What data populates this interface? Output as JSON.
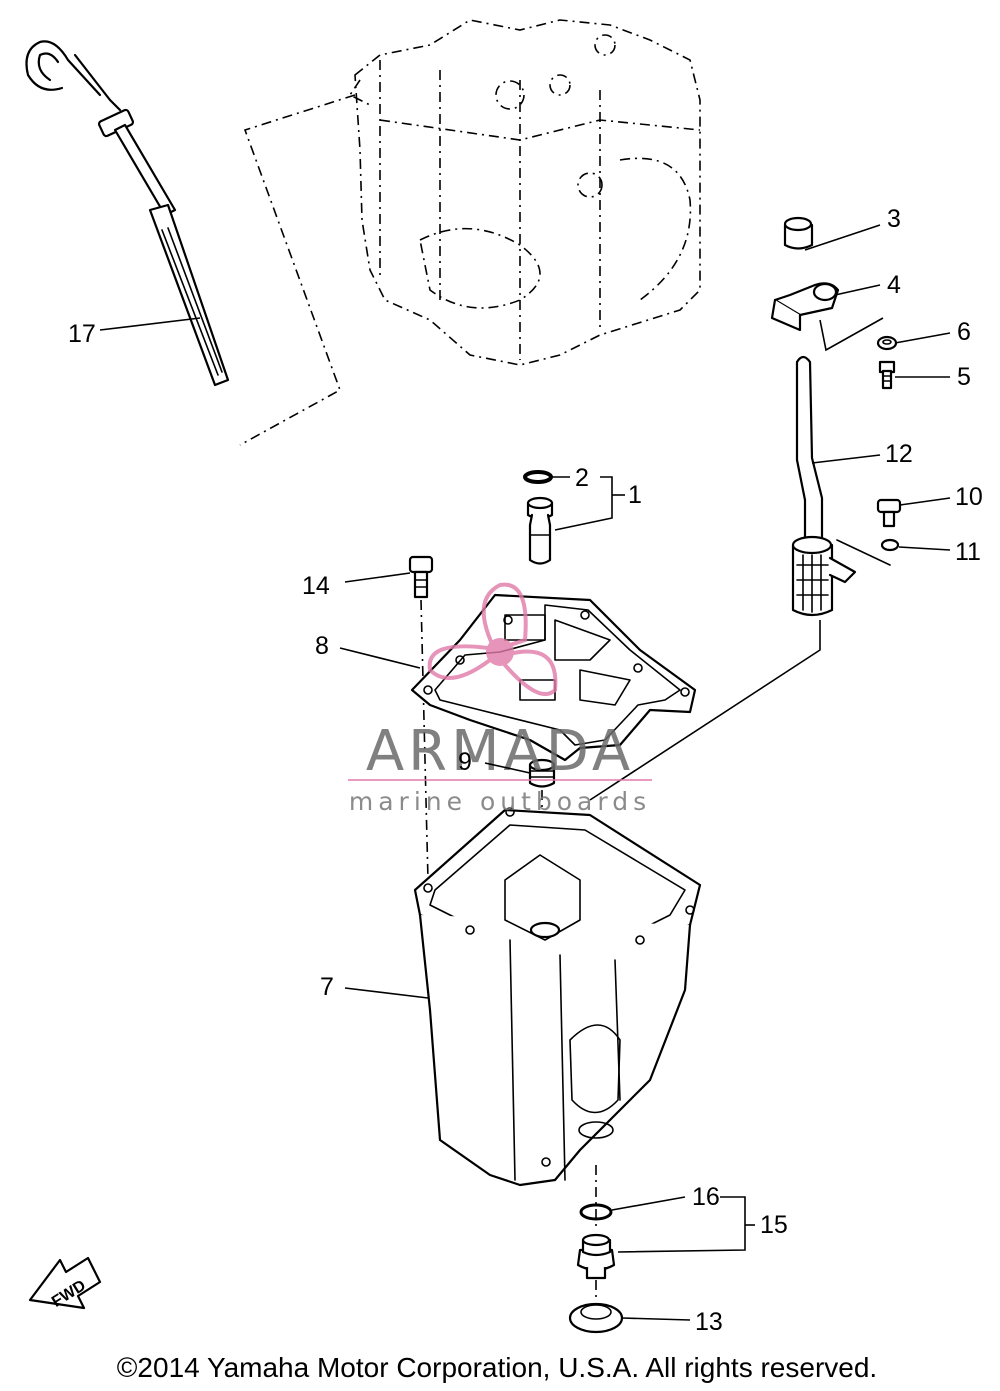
{
  "callouts": {
    "n1": "1",
    "n2": "2",
    "n3": "3",
    "n4": "4",
    "n5": "5",
    "n6": "6",
    "n7": "7",
    "n8": "8",
    "n9": "9",
    "n10": "10",
    "n11": "11",
    "n12": "12",
    "n13": "13",
    "n14": "14",
    "n15": "15",
    "n16": "16",
    "n17": "17"
  },
  "watermark": {
    "brand": "ARMADA",
    "tagline": "marine outboards",
    "accent_color": "#e07aa8"
  },
  "fwd_label": "FWD",
  "copyright": "©2014 Yamaha Motor Corporation, U.S.A. All rights reserved."
}
